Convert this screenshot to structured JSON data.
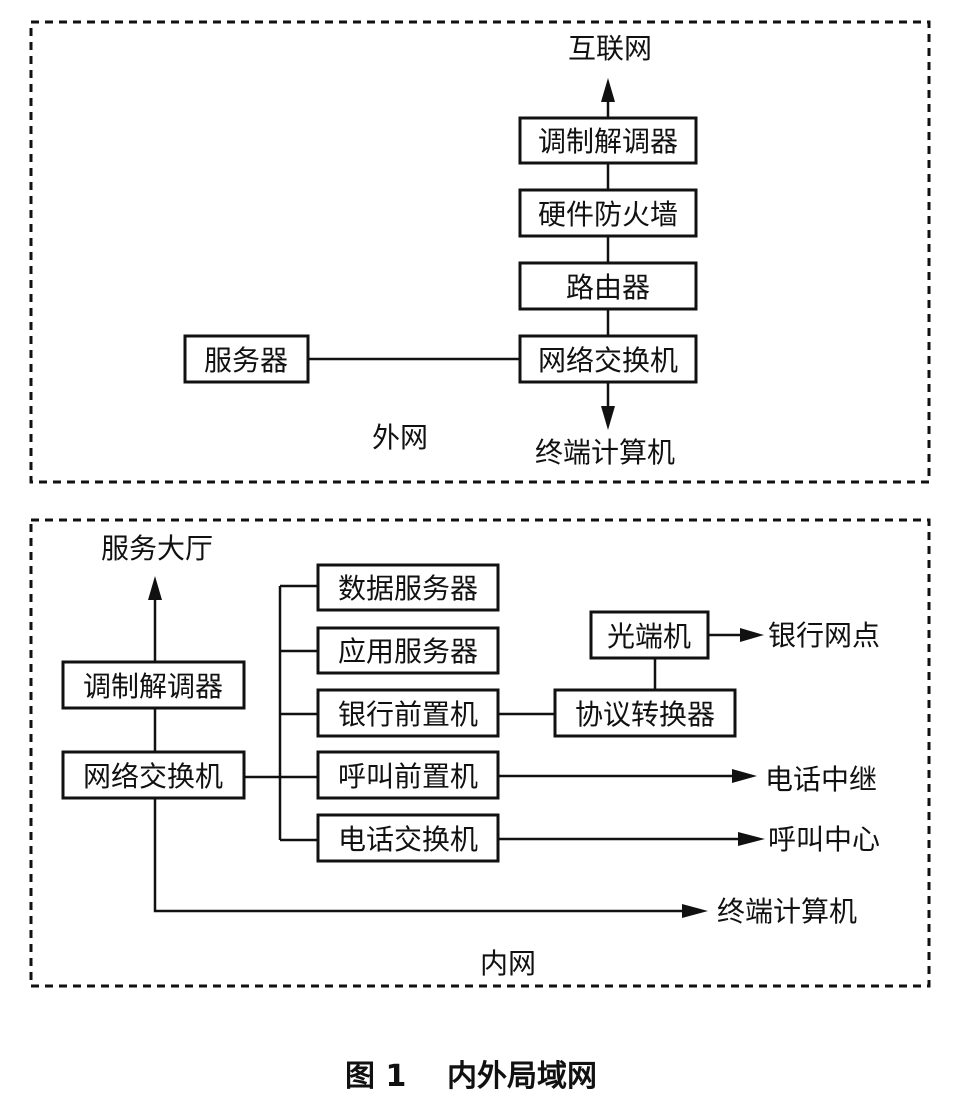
{
  "outer_network": {
    "label": "外网",
    "internet": "互联网",
    "modem": "调制解调器",
    "firewall": "硬件防火墙",
    "router": "路由器",
    "switch": "网络交换机",
    "server": "服务器",
    "terminal": "终端计算机"
  },
  "inner_network": {
    "label": "内网",
    "hall": "服务大厅",
    "modem": "调制解调器",
    "switch": "网络交换机",
    "data_server": "数据服务器",
    "app_server": "应用服务器",
    "bank_front": "银行前置机",
    "call_front": "呼叫前置机",
    "phone_switch": "电话交换机",
    "protocol_converter": "协议转换器",
    "optical_terminal": "光端机",
    "bank_branch": "银行网点",
    "phone_relay": "电话中继",
    "call_center": "呼叫中心",
    "terminal": "终端计算机"
  },
  "caption": {
    "figure": "图 1",
    "title": "内外局域网"
  }
}
